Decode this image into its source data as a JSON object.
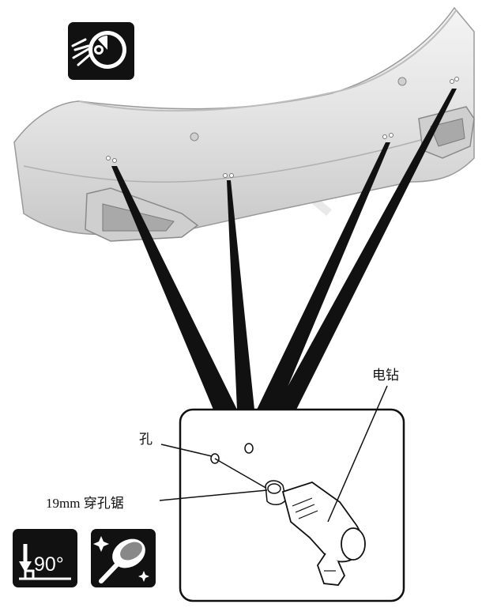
{
  "watermark": "Hon",
  "labels": {
    "hole": "孔",
    "hole_saw": "19mm 穿孔锯",
    "drill": "电钻"
  },
  "icons": {
    "top_left": "eye-protection-icon",
    "bottom_left_1": "perpendicular-90-icon",
    "bottom_left_2": "clean-surface-icon",
    "angle_text": "90°"
  }
}
